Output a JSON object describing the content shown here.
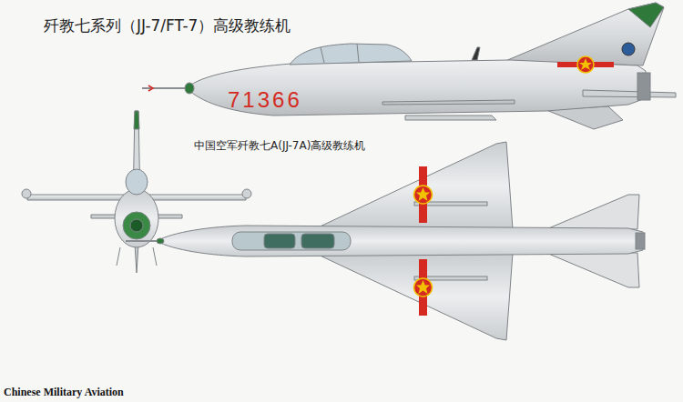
{
  "diagram": {
    "title": "歼教七系列（JJ-7/FT-7）高级教练机",
    "labels": [
      "71366",
      "中国空军歼教七A(JJ-7A)高级教练机",
      "Chinese Military Aviation"
    ]
  }
}
